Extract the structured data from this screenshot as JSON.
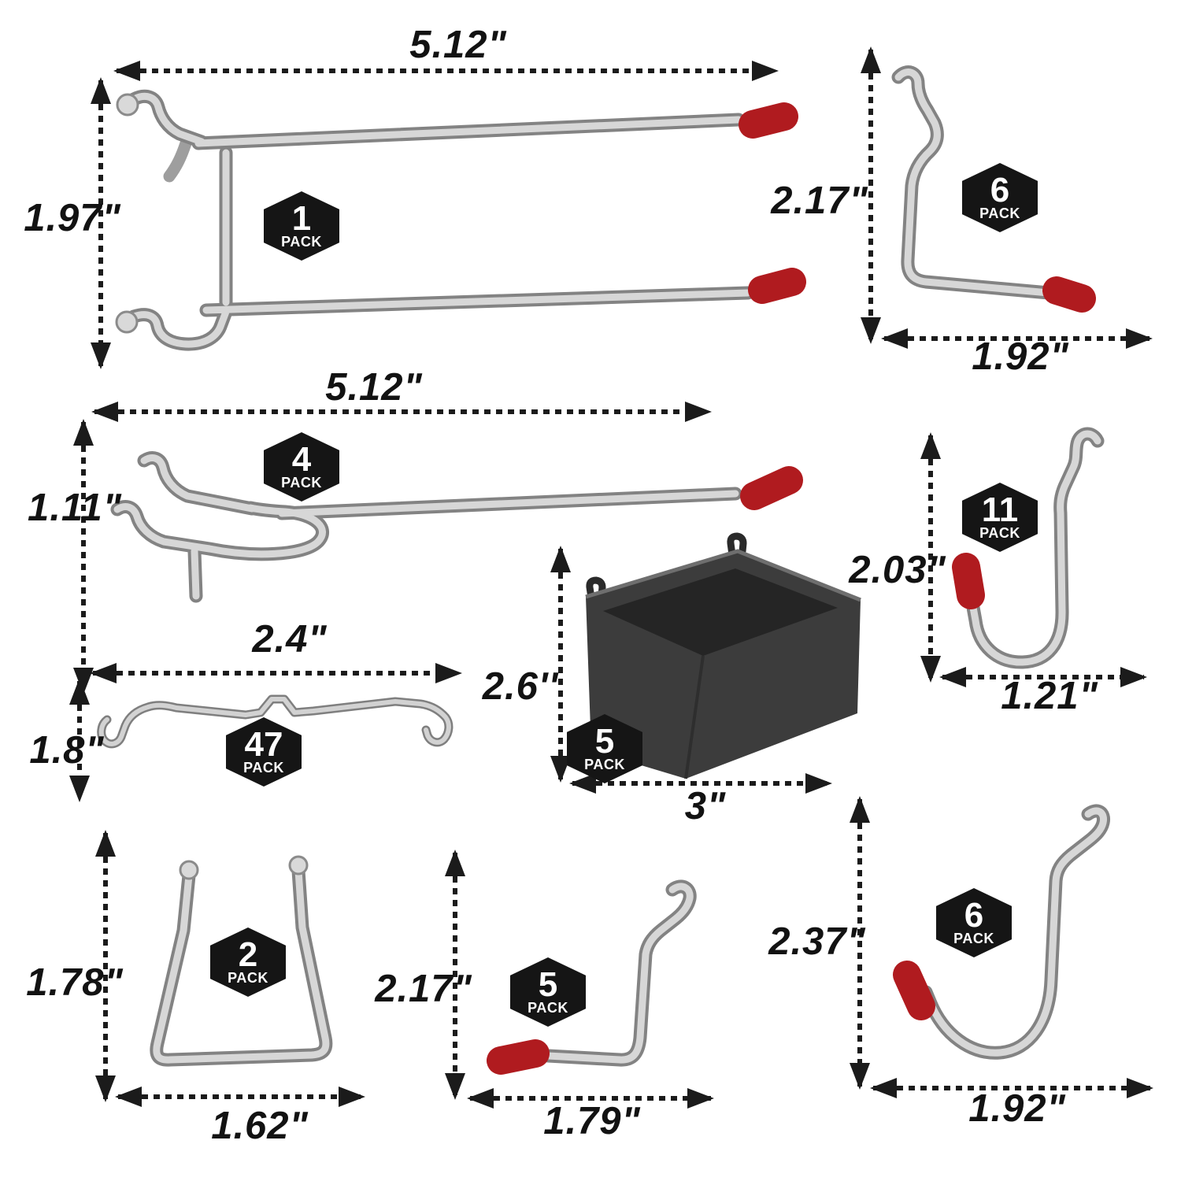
{
  "items": [
    {
      "pack_count": "1",
      "pack_word": "PACK",
      "width_label": "5.12\"",
      "height_label": "1.97\""
    },
    {
      "pack_count": "6",
      "pack_word": "PACK",
      "width_label": "1.92\"",
      "height_label": "2.17\""
    },
    {
      "pack_count": "4",
      "pack_word": "PACK",
      "width_label": "5.12\"",
      "height_label": "1.11\""
    },
    {
      "pack_count": "11",
      "pack_word": "PACK",
      "width_label": "1.21\"",
      "height_label": "2.03\""
    },
    {
      "pack_count": "5",
      "pack_word": "PACK",
      "width_label": "3\"",
      "height_label": "2.6''"
    },
    {
      "pack_count": "47",
      "pack_word": "PACK",
      "width_label": "2.4\"",
      "height_label": "1.8\""
    },
    {
      "pack_count": "2",
      "pack_word": "PACK",
      "width_label": "1.62\"",
      "height_label": "1.78\""
    },
    {
      "pack_count": "5",
      "pack_word": "PACK",
      "width_label": "1.79\"",
      "height_label": "2.17\""
    },
    {
      "pack_count": "6",
      "pack_word": "PACK",
      "width_label": "1.92\"",
      "height_label": "2.37\""
    }
  ],
  "colors": {
    "cap_red": "#b01b1f",
    "badge_bg": "#151515",
    "dim_color": "#1b1b1b",
    "metal_light": "#d7d7d7",
    "metal_shadow": "#838383",
    "bin_body": "#3c3c3c",
    "bin_inner": "#252525"
  }
}
